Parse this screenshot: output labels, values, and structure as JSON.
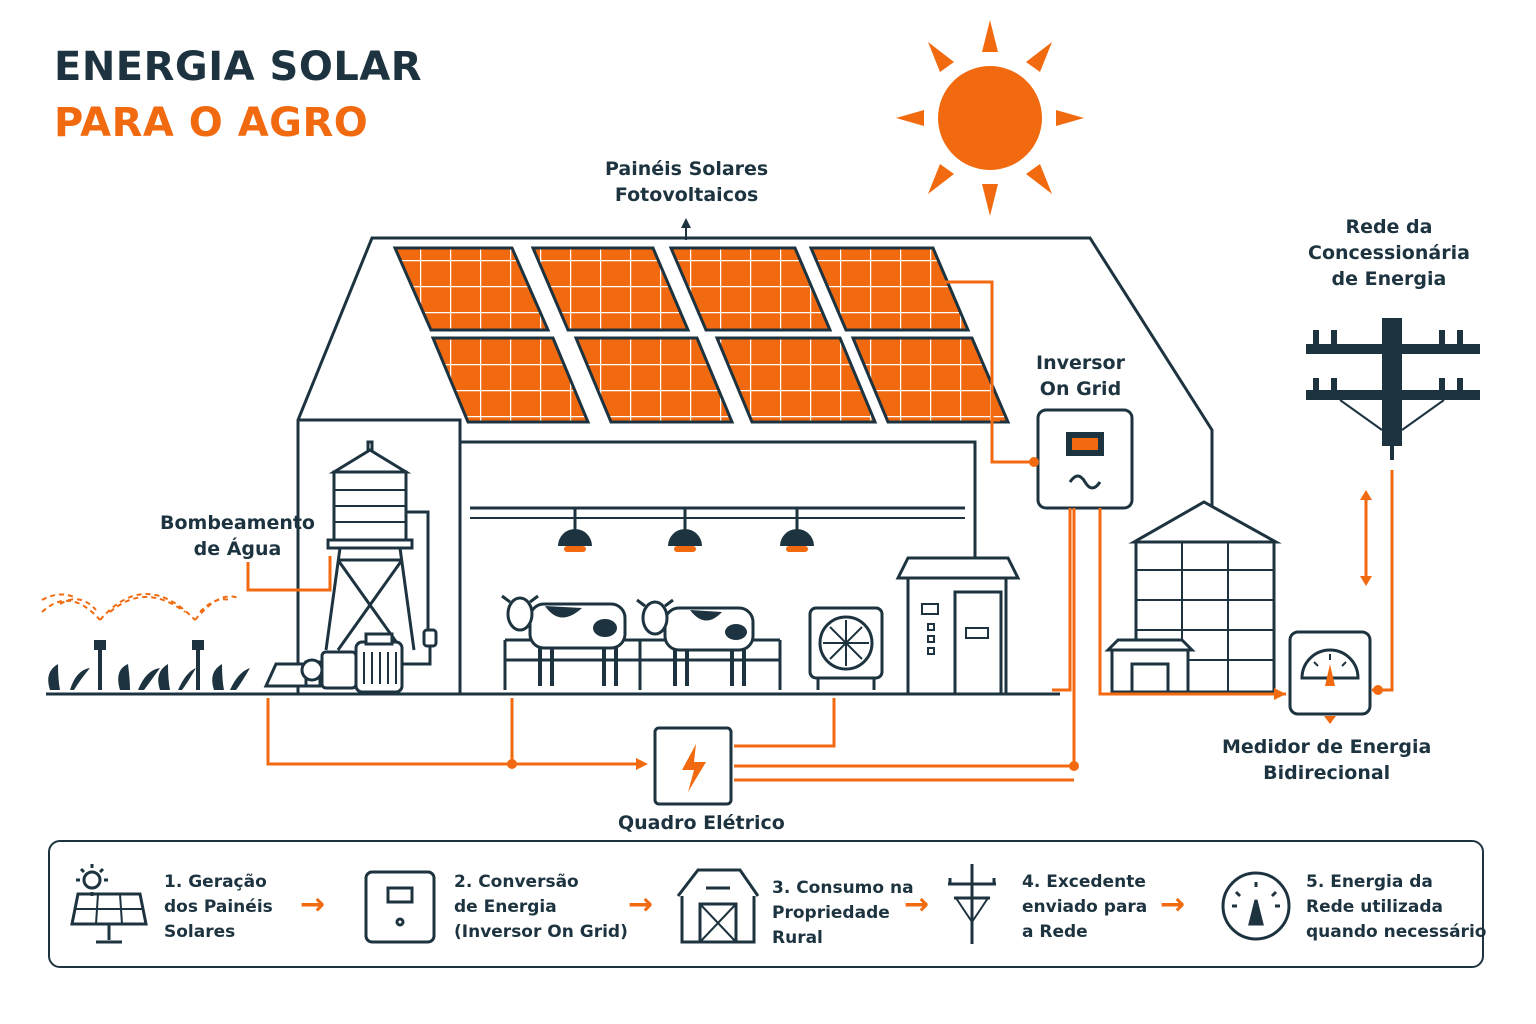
{
  "title": {
    "line1": "ENERGIA SOLAR",
    "line2": "PARA O AGRO"
  },
  "labels": {
    "panels": [
      "Painéis Solares",
      "Fotovoltaicos"
    ],
    "grid": [
      "Rede da",
      "Concessionária",
      "de Energia"
    ],
    "inverter": [
      "Inversor",
      "On Grid"
    ],
    "pumping": [
      "Bombeamento",
      "de Água"
    ],
    "meter": [
      "Medidor de Energia",
      "Bidirecional"
    ],
    "panel_board": "Quadro Elétrico"
  },
  "steps": [
    {
      "lines": [
        "1. Geração",
        "dos Painéis",
        "Solares"
      ],
      "icon": "solar-panel-icon"
    },
    {
      "lines": [
        "2. Conversão",
        "de Energia",
        "(Inversor On Grid)"
      ],
      "icon": "inverter-icon"
    },
    {
      "lines": [
        "3. Consumo na",
        "Propriedade",
        "Rural"
      ],
      "icon": "barn-icon"
    },
    {
      "lines": [
        "4. Excedente",
        "enviado para",
        "a Rede"
      ],
      "icon": "power-pole-icon"
    },
    {
      "lines": [
        "5. Energia da",
        "Rede utilizada",
        "quando necessário"
      ],
      "icon": "gauge-icon"
    }
  ],
  "colors": {
    "accent": "#f26a10",
    "dark": "#1d3440",
    "background": "#ffffff"
  }
}
